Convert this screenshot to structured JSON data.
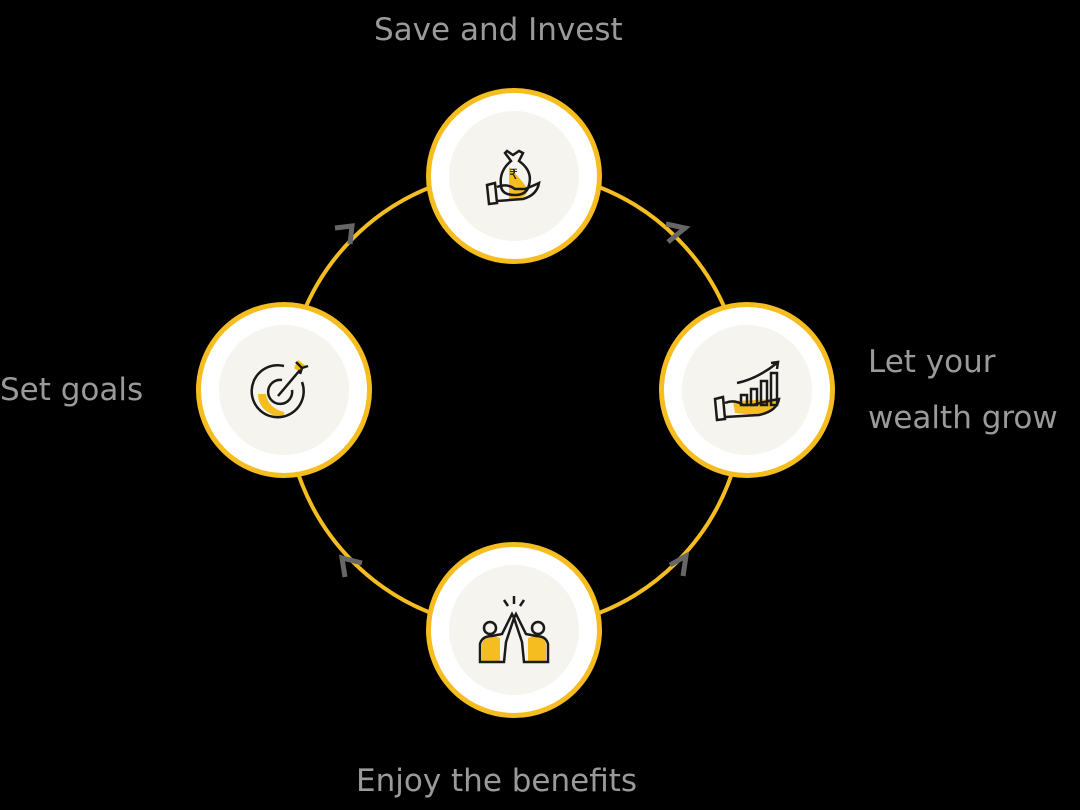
{
  "colors": {
    "background": "#000000",
    "ring": "#f5bd1f",
    "arrow": "#666666",
    "label": "#9a9a9a",
    "icon_fill": "#f5bd1f",
    "icon_stroke": "#1a1a1a"
  },
  "steps": [
    {
      "label": "Save and Invest",
      "icon": "money-bag-hand-icon"
    },
    {
      "label_line1": "Let your",
      "label_line2": "wealth grow",
      "icon": "growth-chart-hand-icon"
    },
    {
      "label": "Enjoy the benefits",
      "icon": "high-five-icon"
    },
    {
      "label": "Set goals",
      "icon": "target-arrow-icon"
    }
  ]
}
